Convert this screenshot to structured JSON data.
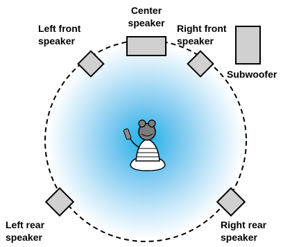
{
  "speakers": {
    "center": {
      "line1": "Center",
      "line2": "speaker"
    },
    "left_front": {
      "line1": "Left front",
      "line2": "speaker"
    },
    "right_front": {
      "line1": "Right front",
      "line2": "speaker"
    },
    "subwoofer": {
      "label": "Subwoofer"
    },
    "left_rear": {
      "line1": "Left rear",
      "line2": "speaker"
    },
    "right_rear": {
      "line1": "Right rear",
      "line2": "speaker"
    }
  },
  "colors": {
    "glow_center": "#1ab0e8",
    "glow_mid": "#9bd4f2",
    "speaker_fill": "#d0d0d0",
    "outline": "#000000",
    "listener_hair": "#7c7c7c"
  },
  "icons": {
    "listener": "person-sitting-with-remote-icon",
    "speaker": "speaker-box-icon"
  }
}
